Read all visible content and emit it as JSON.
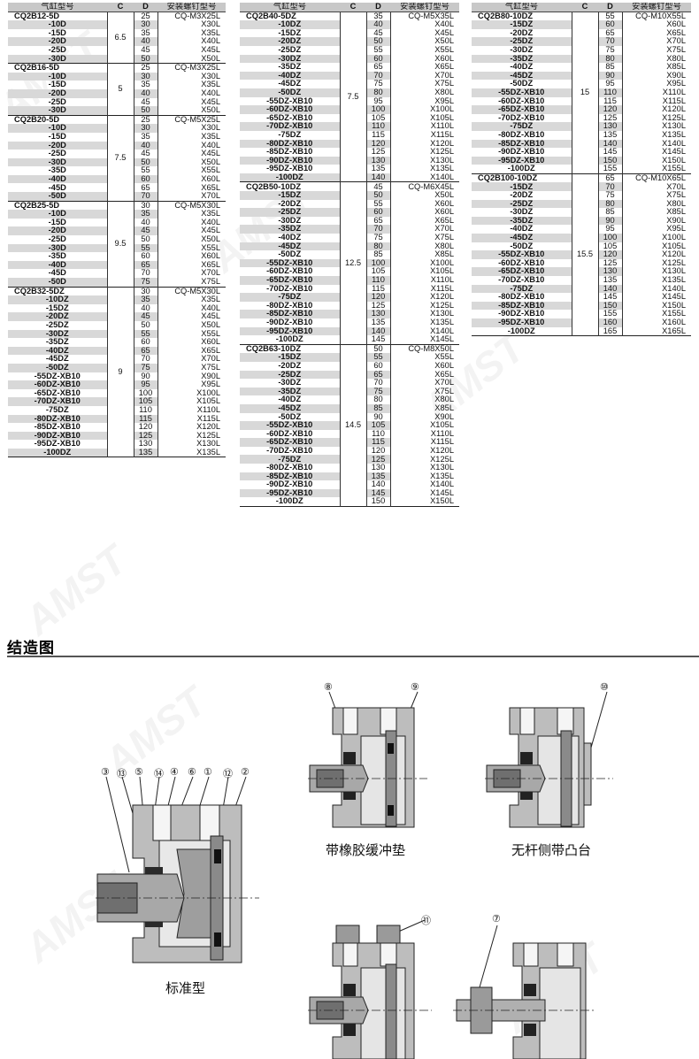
{
  "headers": {
    "model": "气缸型号",
    "c": "C",
    "d": "D",
    "screw": "安装螺钉型号"
  },
  "table1": [
    {
      "c": "6.5",
      "rows": [
        {
          "m": "CQ2B12-5D",
          "d": "25",
          "s": "CQ-M3X25L"
        },
        {
          "m": "-10D",
          "d": "30",
          "s": "X30L"
        },
        {
          "m": "-15D",
          "d": "35",
          "s": "X35L"
        },
        {
          "m": "-20D",
          "d": "40",
          "s": "X40L"
        },
        {
          "m": "-25D",
          "d": "45",
          "s": "X45L"
        },
        {
          "m": "-30D",
          "d": "50",
          "s": "X50L"
        }
      ]
    },
    {
      "c": "5",
      "rows": [
        {
          "m": "CQ2B16-5D",
          "d": "25",
          "s": "CQ-M3X25L"
        },
        {
          "m": "-10D",
          "d": "30",
          "s": "X30L"
        },
        {
          "m": "-15D",
          "d": "35",
          "s": "X35L"
        },
        {
          "m": "-20D",
          "d": "40",
          "s": "X40L"
        },
        {
          "m": "-25D",
          "d": "45",
          "s": "X45L"
        },
        {
          "m": "-30D",
          "d": "50",
          "s": "X50L"
        }
      ]
    },
    {
      "c": "7.5",
      "rows": [
        {
          "m": "CQ2B20-5D",
          "d": "25",
          "s": "CQ-M5X25L"
        },
        {
          "m": "-10D",
          "d": "30",
          "s": "X30L"
        },
        {
          "m": "-15D",
          "d": "35",
          "s": "X35L"
        },
        {
          "m": "-20D",
          "d": "40",
          "s": "X40L"
        },
        {
          "m": "-25D",
          "d": "45",
          "s": "X45L"
        },
        {
          "m": "-30D",
          "d": "50",
          "s": "X50L"
        },
        {
          "m": "-35D",
          "d": "55",
          "s": "X55L"
        },
        {
          "m": "-40D",
          "d": "60",
          "s": "X60L"
        },
        {
          "m": "-45D",
          "d": "65",
          "s": "X65L"
        },
        {
          "m": "-50D",
          "d": "70",
          "s": "X70L"
        }
      ]
    },
    {
      "c": "9.5",
      "rows": [
        {
          "m": "CQ2B25-5D",
          "d": "30",
          "s": "CQ-M5X30L"
        },
        {
          "m": "-10D",
          "d": "35",
          "s": "X35L"
        },
        {
          "m": "-15D",
          "d": "40",
          "s": "X40L"
        },
        {
          "m": "-20D",
          "d": "45",
          "s": "X45L"
        },
        {
          "m": "-25D",
          "d": "50",
          "s": "X50L"
        },
        {
          "m": "-30D",
          "d": "55",
          "s": "X55L"
        },
        {
          "m": "-35D",
          "d": "60",
          "s": "X60L"
        },
        {
          "m": "-40D",
          "d": "65",
          "s": "X65L"
        },
        {
          "m": "-45D",
          "d": "70",
          "s": "X70L"
        },
        {
          "m": "-50D",
          "d": "75",
          "s": "X75L"
        }
      ]
    },
    {
      "c": "9",
      "rows": [
        {
          "m": "CQ2B32-5DZ",
          "d": "30",
          "s": "CQ-M5X30L"
        },
        {
          "m": "-10DZ",
          "d": "35",
          "s": "X35L"
        },
        {
          "m": "-15DZ",
          "d": "40",
          "s": "X40L"
        },
        {
          "m": "-20DZ",
          "d": "45",
          "s": "X45L"
        },
        {
          "m": "-25DZ",
          "d": "50",
          "s": "X50L"
        },
        {
          "m": "-30DZ",
          "d": "55",
          "s": "X55L"
        },
        {
          "m": "-35DZ",
          "d": "60",
          "s": "X60L"
        },
        {
          "m": "-40DZ",
          "d": "65",
          "s": "X65L"
        },
        {
          "m": "-45DZ",
          "d": "70",
          "s": "X70L"
        },
        {
          "m": "-50DZ",
          "d": "75",
          "s": "X75L"
        },
        {
          "m": "-55DZ-XB10",
          "d": "90",
          "s": "X90L"
        },
        {
          "m": "-60DZ-XB10",
          "d": "95",
          "s": "X95L"
        },
        {
          "m": "-65DZ-XB10",
          "d": "100",
          "s": "X100L"
        },
        {
          "m": "-70DZ-XB10",
          "d": "105",
          "s": "X105L"
        },
        {
          "m": "-75DZ",
          "d": "110",
          "s": "X110L"
        },
        {
          "m": "-80DZ-XB10",
          "d": "115",
          "s": "X115L"
        },
        {
          "m": "-85DZ-XB10",
          "d": "120",
          "s": "X120L"
        },
        {
          "m": "-90DZ-XB10",
          "d": "125",
          "s": "X125L"
        },
        {
          "m": "-95DZ-XB10",
          "d": "130",
          "s": "X130L"
        },
        {
          "m": "-100DZ",
          "d": "135",
          "s": "X135L"
        }
      ]
    }
  ],
  "table2": [
    {
      "c": "7.5",
      "rows": [
        {
          "m": "CQ2B40-5DZ",
          "d": "35",
          "s": "CQ-M5X35L"
        },
        {
          "m": "-10DZ",
          "d": "40",
          "s": "X40L"
        },
        {
          "m": "-15DZ",
          "d": "45",
          "s": "X45L"
        },
        {
          "m": "-20DZ",
          "d": "50",
          "s": "X50L"
        },
        {
          "m": "-25DZ",
          "d": "55",
          "s": "X55L"
        },
        {
          "m": "-30DZ",
          "d": "60",
          "s": "X60L"
        },
        {
          "m": "-35DZ",
          "d": "65",
          "s": "X65L"
        },
        {
          "m": "-40DZ",
          "d": "70",
          "s": "X70L"
        },
        {
          "m": "-45DZ",
          "d": "75",
          "s": "X75L"
        },
        {
          "m": "-50DZ",
          "d": "80",
          "s": "X80L"
        },
        {
          "m": "-55DZ-XB10",
          "d": "95",
          "s": "X95L"
        },
        {
          "m": "-60DZ-XB10",
          "d": "100",
          "s": "X100L"
        },
        {
          "m": "-65DZ-XB10",
          "d": "105",
          "s": "X105L"
        },
        {
          "m": "-70DZ-XB10",
          "d": "110",
          "s": "X110L"
        },
        {
          "m": "-75DZ",
          "d": "115",
          "s": "X115L"
        },
        {
          "m": "-80DZ-XB10",
          "d": "120",
          "s": "X120L"
        },
        {
          "m": "-85DZ-XB10",
          "d": "125",
          "s": "X125L"
        },
        {
          "m": "-90DZ-XB10",
          "d": "130",
          "s": "X130L"
        },
        {
          "m": "-95DZ-XB10",
          "d": "135",
          "s": "X135L"
        },
        {
          "m": "-100DZ",
          "d": "140",
          "s": "X140L"
        }
      ]
    },
    {
      "c": "12.5",
      "rows": [
        {
          "m": "CQ2B50-10DZ",
          "d": "45",
          "s": "CQ-M6X45L"
        },
        {
          "m": "-15DZ",
          "d": "50",
          "s": "X50L"
        },
        {
          "m": "-20DZ",
          "d": "55",
          "s": "X60L"
        },
        {
          "m": "-25DZ",
          "d": "60",
          "s": "X60L"
        },
        {
          "m": "-30DZ",
          "d": "65",
          "s": "X65L"
        },
        {
          "m": "-35DZ",
          "d": "70",
          "s": "X70L"
        },
        {
          "m": "-40DZ",
          "d": "75",
          "s": "X75L"
        },
        {
          "m": "-45DZ",
          "d": "80",
          "s": "X80L"
        },
        {
          "m": "-50DZ",
          "d": "85",
          "s": "X85L"
        },
        {
          "m": "-55DZ-XB10",
          "d": "100",
          "s": "X100L"
        },
        {
          "m": "-60DZ-XB10",
          "d": "105",
          "s": "X105L"
        },
        {
          "m": "-65DZ-XB10",
          "d": "110",
          "s": "X110L"
        },
        {
          "m": "-70DZ-XB10",
          "d": "115",
          "s": "X115L"
        },
        {
          "m": "-75DZ",
          "d": "120",
          "s": "X120L"
        },
        {
          "m": "-80DZ-XB10",
          "d": "125",
          "s": "X125L"
        },
        {
          "m": "-85DZ-XB10",
          "d": "130",
          "s": "X130L"
        },
        {
          "m": "-90DZ-XB10",
          "d": "135",
          "s": "X135L"
        },
        {
          "m": "-95DZ-XB10",
          "d": "140",
          "s": "X140L"
        },
        {
          "m": "-100DZ",
          "d": "145",
          "s": "X145L"
        }
      ]
    },
    {
      "c": "14.5",
      "rows": [
        {
          "m": "CQ2B63-10DZ",
          "d": "50",
          "s": "CQ-M8X50L"
        },
        {
          "m": "-15DZ",
          "d": "55",
          "s": "X55L"
        },
        {
          "m": "-20DZ",
          "d": "60",
          "s": "X60L"
        },
        {
          "m": "-25DZ",
          "d": "65",
          "s": "X65L"
        },
        {
          "m": "-30DZ",
          "d": "70",
          "s": "X70L"
        },
        {
          "m": "-35DZ",
          "d": "75",
          "s": "X75L"
        },
        {
          "m": "-40DZ",
          "d": "80",
          "s": "X80L"
        },
        {
          "m": "-45DZ",
          "d": "85",
          "s": "X85L"
        },
        {
          "m": "-50DZ",
          "d": "90",
          "s": "X90L"
        },
        {
          "m": "-55DZ-XB10",
          "d": "105",
          "s": "X105L"
        },
        {
          "m": "-60DZ-XB10",
          "d": "110",
          "s": "X110L"
        },
        {
          "m": "-65DZ-XB10",
          "d": "115",
          "s": "X115L"
        },
        {
          "m": "-70DZ-XB10",
          "d": "120",
          "s": "X120L"
        },
        {
          "m": "-75DZ",
          "d": "125",
          "s": "X125L"
        },
        {
          "m": "-80DZ-XB10",
          "d": "130",
          "s": "X130L"
        },
        {
          "m": "-85DZ-XB10",
          "d": "135",
          "s": "X135L"
        },
        {
          "m": "-90DZ-XB10",
          "d": "140",
          "s": "X140L"
        },
        {
          "m": "-95DZ-XB10",
          "d": "145",
          "s": "X145L"
        },
        {
          "m": "-100DZ",
          "d": "150",
          "s": "X150L"
        }
      ]
    }
  ],
  "table3": [
    {
      "c": "15",
      "rows": [
        {
          "m": "CQ2B80-10DZ",
          "d": "55",
          "s": "CQ-M10X55L"
        },
        {
          "m": "-15DZ",
          "d": "60",
          "s": "X60L"
        },
        {
          "m": "-20DZ",
          "d": "65",
          "s": "X65L"
        },
        {
          "m": "-25DZ",
          "d": "70",
          "s": "X70L"
        },
        {
          "m": "-30DZ",
          "d": "75",
          "s": "X75L"
        },
        {
          "m": "-35DZ",
          "d": "80",
          "s": "X80L"
        },
        {
          "m": "-40DZ",
          "d": "85",
          "s": "X85L"
        },
        {
          "m": "-45DZ",
          "d": "90",
          "s": "X90L"
        },
        {
          "m": "-50DZ",
          "d": "95",
          "s": "X95L"
        },
        {
          "m": "-55DZ-XB10",
          "d": "110",
          "s": "X110L"
        },
        {
          "m": "-60DZ-XB10",
          "d": "115",
          "s": "X115L"
        },
        {
          "m": "-65DZ-XB10",
          "d": "120",
          "s": "X120L"
        },
        {
          "m": "-70DZ-XB10",
          "d": "125",
          "s": "X125L"
        },
        {
          "m": "-75DZ",
          "d": "130",
          "s": "X130L"
        },
        {
          "m": "-80DZ-XB10",
          "d": "135",
          "s": "X135L"
        },
        {
          "m": "-85DZ-XB10",
          "d": "140",
          "s": "X140L"
        },
        {
          "m": "-90DZ-XB10",
          "d": "145",
          "s": "X145L"
        },
        {
          "m": "-95DZ-XB10",
          "d": "150",
          "s": "X150L"
        },
        {
          "m": "-100DZ",
          "d": "155",
          "s": "X155L"
        }
      ]
    },
    {
      "c": "15.5",
      "rows": [
        {
          "m": "CQ2B100-10DZ",
          "d": "65",
          "s": "CQ-M10X65L"
        },
        {
          "m": "-15DZ",
          "d": "70",
          "s": "X70L"
        },
        {
          "m": "-20DZ",
          "d": "75",
          "s": "X75L"
        },
        {
          "m": "-25DZ",
          "d": "80",
          "s": "X80L"
        },
        {
          "m": "-30DZ",
          "d": "85",
          "s": "X85L"
        },
        {
          "m": "-35DZ",
          "d": "90",
          "s": "X90L"
        },
        {
          "m": "-40DZ",
          "d": "95",
          "s": "X95L"
        },
        {
          "m": "-45DZ",
          "d": "100",
          "s": "X100L"
        },
        {
          "m": "-50DZ",
          "d": "105",
          "s": "X105L"
        },
        {
          "m": "-55DZ-XB10",
          "d": "120",
          "s": "X120L"
        },
        {
          "m": "-60DZ-XB10",
          "d": "125",
          "s": "X125L"
        },
        {
          "m": "-65DZ-XB10",
          "d": "130",
          "s": "X130L"
        },
        {
          "m": "-70DZ-XB10",
          "d": "135",
          "s": "X135L"
        },
        {
          "m": "-75DZ",
          "d": "140",
          "s": "X140L"
        },
        {
          "m": "-80DZ-XB10",
          "d": "145",
          "s": "X145L"
        },
        {
          "m": "-85DZ-XB10",
          "d": "150",
          "s": "X150L"
        },
        {
          "m": "-90DZ-XB10",
          "d": "155",
          "s": "X155L"
        },
        {
          "m": "-95DZ-XB10",
          "d": "160",
          "s": "X160L"
        },
        {
          "m": "-100DZ",
          "d": "165",
          "s": "X165L"
        }
      ]
    }
  ],
  "section": {
    "title": "结造图"
  },
  "captions": {
    "standard": "标准型",
    "rubber_bumper": "带橡胶缓冲垫",
    "rodless_boss": "无杆侧带凸台"
  },
  "callouts": {
    "standard": [
      "③",
      "⑬",
      "⑤",
      "⑭",
      "④",
      "⑥",
      "①",
      "⑫",
      "②"
    ],
    "rubber_bumper": [
      "⑧",
      "⑨"
    ],
    "rodless_boss": [
      "⑩"
    ],
    "bottom_left": [
      "⑪"
    ],
    "bottom_right": [
      "⑦"
    ]
  },
  "watermark": "AMST"
}
